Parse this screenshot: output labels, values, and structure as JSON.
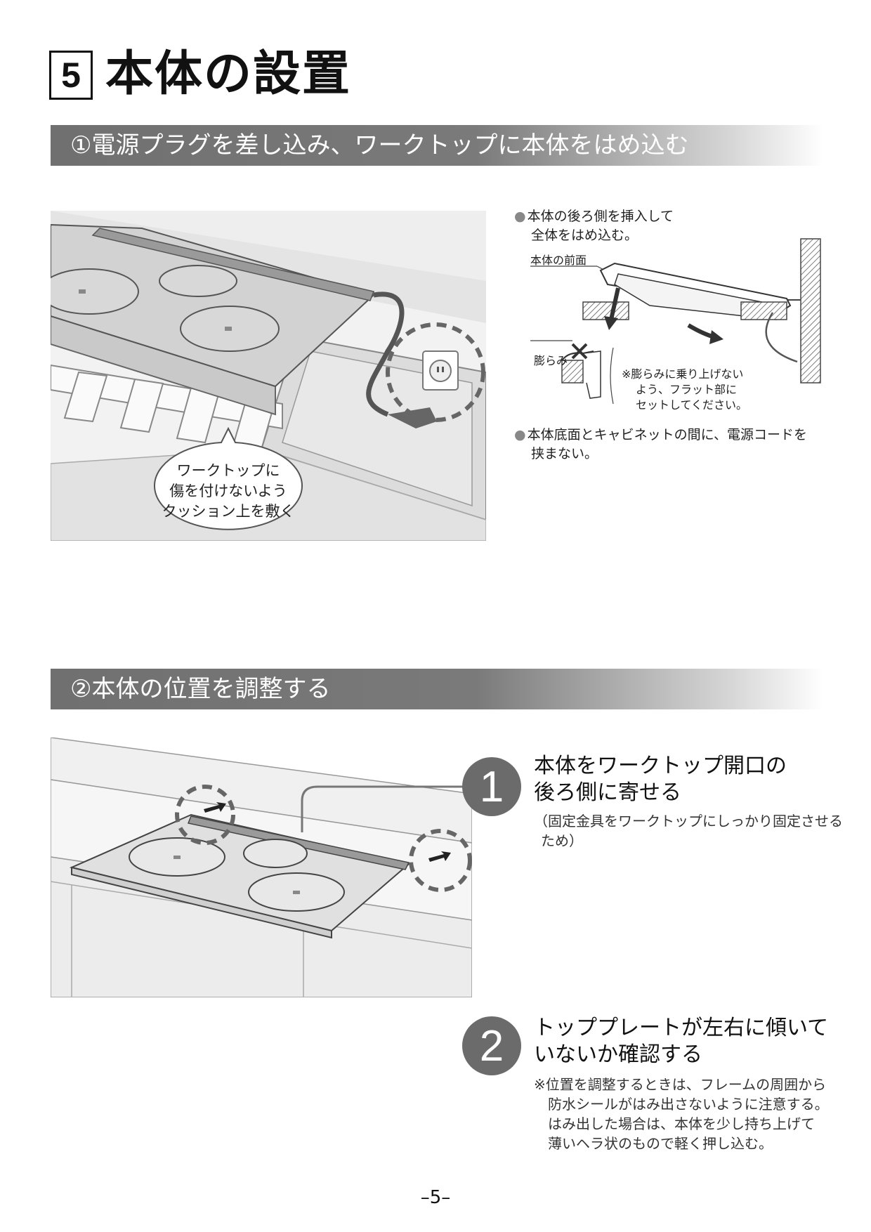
{
  "page": {
    "number_box": "5",
    "title": "本体の設置",
    "page_number": "–5–"
  },
  "section1": {
    "heading": "①電源プラグを差し込み、ワークトップに本体をはめ込む",
    "balloon": [
      "ワークトップに",
      "傷を付けないよう",
      "クッション上を敷く"
    ],
    "diagram": {
      "front_label": "本体の前面",
      "bulge_label": "膨らみ",
      "note_lines": [
        "※膨らみに乗り上げない",
        "よう、フラット部に",
        "セットしてください。"
      ]
    },
    "notes": [
      {
        "lines": [
          "本体の後ろ側を挿入して",
          "全体をはめ込む。"
        ]
      },
      {
        "lines": [
          "本体底面とキャビネットの間に、電源コードを",
          "挟まない。"
        ]
      }
    ]
  },
  "section2": {
    "heading": "②本体の位置を調整する",
    "steps": [
      {
        "num": "1",
        "title_lines": [
          "本体をワークトップ開口の",
          "後ろ側に寄せる"
        ],
        "sub_lines": [
          "（固定金具をワークトップにしっかり固定させる",
          "ため）"
        ]
      },
      {
        "num": "2",
        "title_lines": [
          "トッププレートが左右に傾いて",
          "いないか確認する"
        ],
        "sub_lines": [
          "※位置を調整するときは、フレームの周囲から",
          "防水シールがはみ出さないように注意する。",
          "はみ出した場合は、本体を少し持ち上げて",
          "薄いヘラ状のもので軽く押し込む。"
        ]
      }
    ]
  }
}
